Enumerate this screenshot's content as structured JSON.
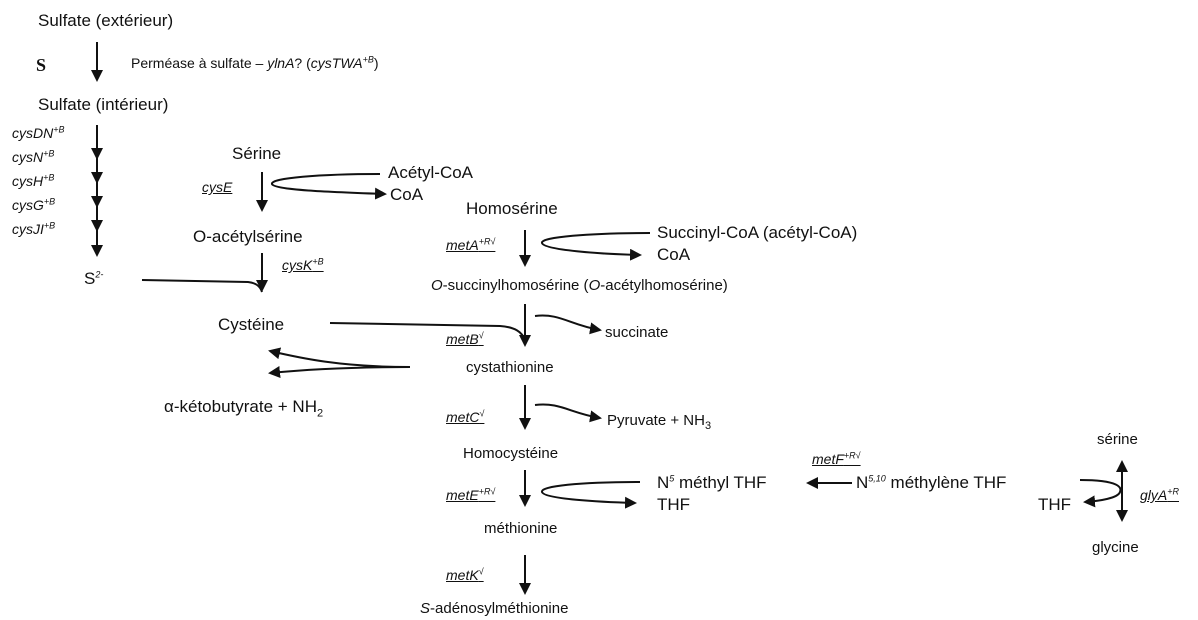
{
  "colors": {
    "ink": "#111111",
    "background": "#ffffff"
  },
  "sulfate": {
    "label": "S",
    "exterieur": "Sulfate (extérieur)",
    "interieur": "Sulfate (intérieur)",
    "permease_text": "Perméase à sulfate – ",
    "permease_gene": "ylnA",
    "permease_mid": "? (",
    "permease_operon": "cysTWA",
    "permease_sup": "+B",
    "permease_end": ")"
  },
  "cys_genes": [
    {
      "name": "cysDN",
      "sup": "+B"
    },
    {
      "name": "cysN",
      "sup": "+B"
    },
    {
      "name": "cysH",
      "sup": "+B"
    },
    {
      "name": "cysG",
      "sup": "+B"
    },
    {
      "name": "cysJI",
      "sup": "+B"
    }
  ],
  "sulfide": {
    "base": "S",
    "sup": "2-"
  },
  "serine_branch": {
    "serine": "Sérine",
    "cysE": "cysE",
    "acetyl_coa": "Acétyl-CoA",
    "coa": "CoA",
    "o_acetylserine": "O-acétylsérine",
    "cysK": "cysK",
    "cysK_sup": "+B",
    "cysteine": "Cystéine",
    "ketobutyrate": "α-kétobutyrate + NH",
    "ketobutyrate_sub": "2"
  },
  "met_branch": {
    "homoserine": "Homosérine",
    "metA": "metA",
    "metA_sup": "+R√",
    "succinyl_coa": "Succinyl-CoA (acétyl-CoA)",
    "coa": "CoA",
    "o_succ_prefix": "O",
    "o_succ_body": "-succinylhomosérine (",
    "o_succ_prefix2": "O",
    "o_succ_end": "-acétylhomosérine)",
    "metB": "metB",
    "metB_sup": "√",
    "succinate": "succinate",
    "cystathionine": "cystathionine",
    "metC": "metC",
    "metC_sup": "√",
    "pyruvate": "Pyruvate + NH",
    "pyruvate_sub": "3",
    "homocysteine": "Homocystéine",
    "metE": "metE",
    "metE_sup": "+R√",
    "n5_base": "N",
    "n5_sup": "5",
    "n5_rest": " méthyl THF",
    "thf": "THF",
    "methionine": "méthionine",
    "metK": "metK",
    "metK_sup": "√",
    "sam_prefix": "S",
    "sam_rest": "-adénosylméthionine"
  },
  "folate": {
    "metF": "metF",
    "metF_sup": "+R√",
    "n510_base": "N",
    "n510_sup": "5,10",
    "n510_rest": " méthylène THF",
    "thf": "THF",
    "serine": "sérine",
    "glycine": "glycine",
    "glyA": "glyA",
    "glyA_sup": "+R"
  }
}
